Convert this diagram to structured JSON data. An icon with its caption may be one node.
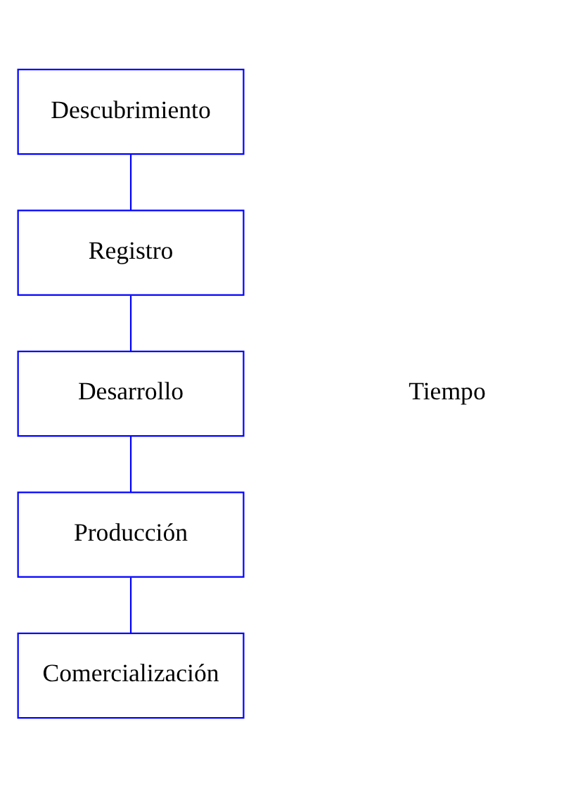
{
  "diagram": {
    "nodes": [
      {
        "text": [
          "Descubrimiento"
        ]
      },
      {
        "text": [
          "Registro"
        ]
      },
      {
        "text": [
          "Desarrollo"
        ]
      },
      {
        "text": [
          "Producción"
        ]
      },
      {
        "text": [
          "Comercialización"
        ]
      }
    ],
    "edges": [
      {
        "from": 0,
        "to": 1,
        "arrow": "none"
      },
      {
        "from": 1,
        "to": 2,
        "arrow": "none"
      },
      {
        "from": 2,
        "to": 3,
        "arrow": "none"
      },
      {
        "from": 3,
        "to": 4,
        "arrow": "none"
      }
    ],
    "labels": [
      "Tiempo"
    ]
  }
}
